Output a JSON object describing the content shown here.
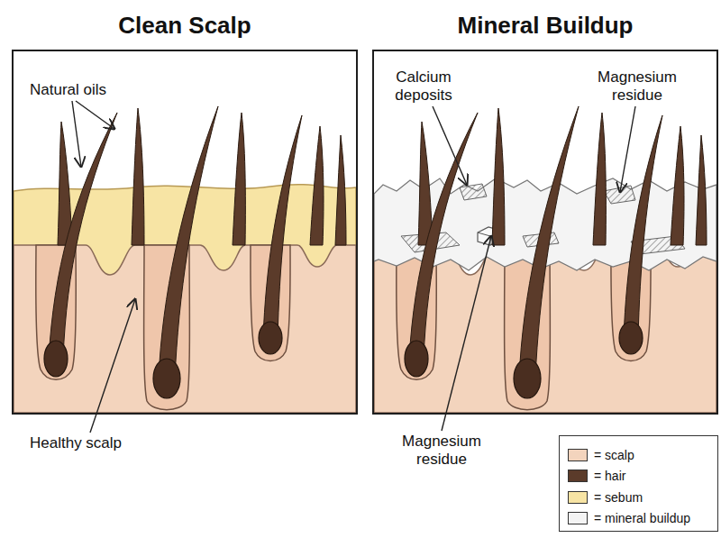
{
  "diagram": {
    "nodes": [
      {
        "text": [
          "Clean Scalp"
        ]
      },
      {
        "text": [
          "Mineral Buildup"
        ]
      }
    ],
    "labels": [
      "Natural oils",
      "Healthy scalp",
      "Calcium deposits",
      "Magnesium residue",
      "Magnesium residue"
    ],
    "legend": [
      {
        "text": "= scalp",
        "color": "#f3d4bd"
      },
      {
        "text": "= hair",
        "color": "#5b3b2a"
      },
      {
        "text": "= sebum",
        "color": "#f7e4a4"
      },
      {
        "text": "= mineral buildup",
        "color": "#f4f4f4"
      }
    ]
  }
}
